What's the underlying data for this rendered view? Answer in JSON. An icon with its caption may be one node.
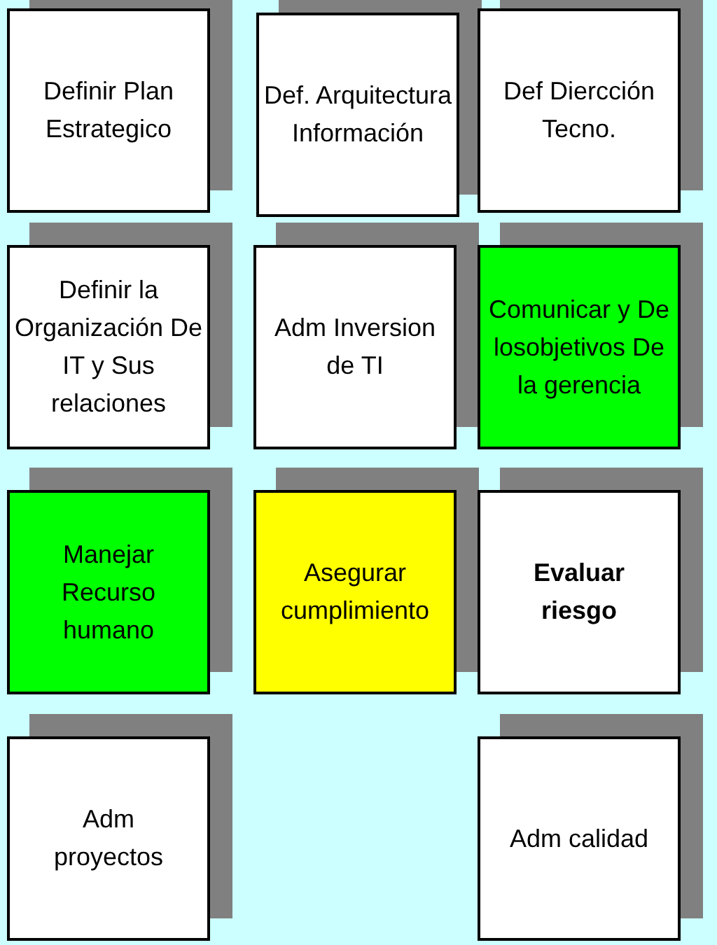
{
  "diagram": {
    "nodes": [
      {
        "text": [
          "Definir Plan Estrategico"
        ]
      },
      {
        "text": [
          "Def. Arquitectura Información"
        ]
      },
      {
        "text": [
          "Def Diercción Tecno."
        ]
      },
      {
        "text": [
          "Definir la Organización De IT y Sus relaciones"
        ]
      },
      {
        "text": [
          "Adm Inversion de TI"
        ]
      },
      {
        "text": [
          "Comunicar y De losobjetivos De la gerencia"
        ]
      },
      {
        "text": [
          "Manejar Recurso humano"
        ]
      },
      {
        "text": [
          "Asegurar cumplimiento"
        ]
      },
      {
        "text": [
          "Evaluar riesgo"
        ]
      },
      {
        "text": [
          "Adm proyectos"
        ]
      },
      {
        "text": [
          "Adm calidad"
        ]
      }
    ]
  }
}
